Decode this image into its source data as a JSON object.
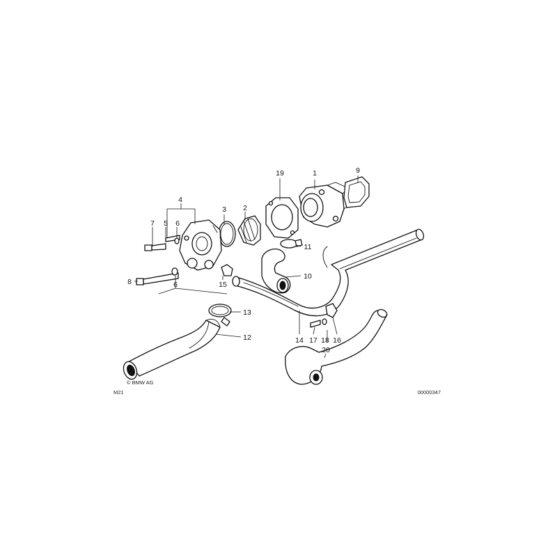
{
  "diagram": {
    "callouts": {
      "c1": "1",
      "c2": "2",
      "c3": "3",
      "c4": "4",
      "c5": "5",
      "c6a": "6",
      "c6b": "6",
      "c7": "7",
      "c8": "8",
      "c9": "9",
      "c10": "10",
      "c11": "11",
      "c12": "12",
      "c13": "13",
      "c14": "14",
      "c15": "15",
      "c16": "16",
      "c17": "17",
      "c18": "18",
      "c19": "19",
      "c20": "20"
    },
    "model_code": "M21",
    "copyright": "© BMW AG",
    "drawing_number": "00000347"
  }
}
